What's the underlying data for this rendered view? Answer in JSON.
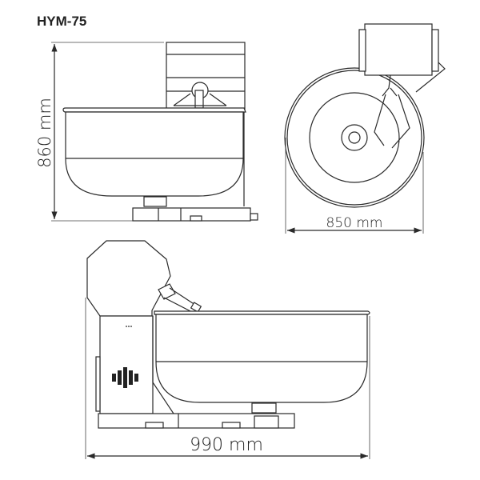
{
  "model": "HYM-75",
  "dimensions": {
    "height": "860 mm",
    "depth": "850 mm",
    "width": "990 mm"
  },
  "colors": {
    "line": "#2a2a2a",
    "background": "#ffffff"
  }
}
